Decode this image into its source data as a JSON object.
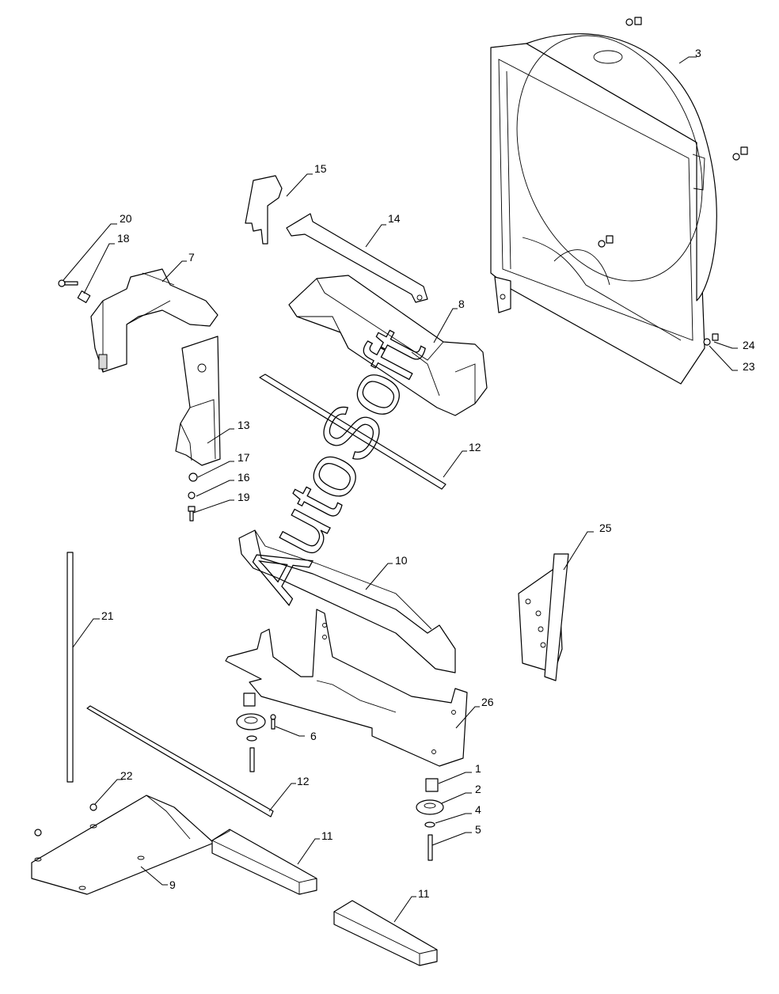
{
  "watermark": "AutoSoft",
  "callouts": [
    {
      "id": "c3",
      "label": "3"
    },
    {
      "id": "c15",
      "label": "15"
    },
    {
      "id": "c14",
      "label": "14"
    },
    {
      "id": "c20",
      "label": "20"
    },
    {
      "id": "c18",
      "label": "18"
    },
    {
      "id": "c7",
      "label": "7"
    },
    {
      "id": "c8",
      "label": "8"
    },
    {
      "id": "c13",
      "label": "13"
    },
    {
      "id": "c17",
      "label": "17"
    },
    {
      "id": "c16",
      "label": "16"
    },
    {
      "id": "c19",
      "label": "19"
    },
    {
      "id": "c12a",
      "label": "12"
    },
    {
      "id": "c24",
      "label": "24"
    },
    {
      "id": "c23",
      "label": "23"
    },
    {
      "id": "c25",
      "label": "25"
    },
    {
      "id": "c10",
      "label": "10"
    },
    {
      "id": "c21",
      "label": "21"
    },
    {
      "id": "c26",
      "label": "26"
    },
    {
      "id": "c6",
      "label": "6"
    },
    {
      "id": "c22",
      "label": "22"
    },
    {
      "id": "c12b",
      "label": "12"
    },
    {
      "id": "c1",
      "label": "1"
    },
    {
      "id": "c2",
      "label": "2"
    },
    {
      "id": "c4",
      "label": "4"
    },
    {
      "id": "c5",
      "label": "5"
    },
    {
      "id": "c11a",
      "label": "11"
    },
    {
      "id": "c9",
      "label": "9"
    },
    {
      "id": "c11b",
      "label": "11"
    }
  ]
}
